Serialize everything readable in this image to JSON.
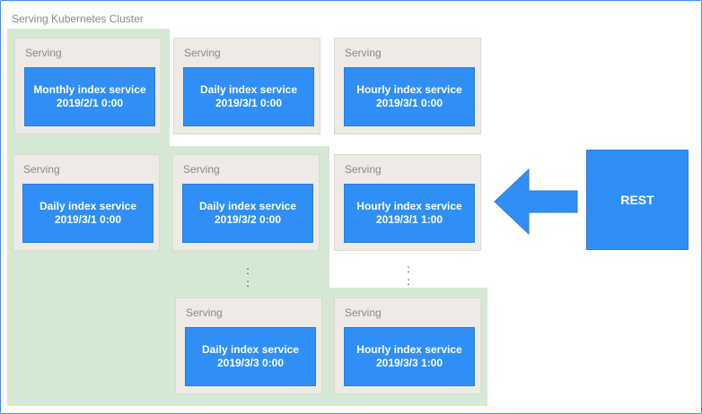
{
  "cluster": {
    "title": "Serving Kubernetes Cluster"
  },
  "pods": [
    {
      "label": "Serving",
      "service": "Monthly index service",
      "date": "2019/2/1 0:00"
    },
    {
      "label": "Serving",
      "service": "Daily index service",
      "date": "2019/3/1 0:00"
    },
    {
      "label": "Serving",
      "service": "Hourly index service",
      "date": "2019/3/1 0:00"
    },
    {
      "label": "Serving",
      "service": "Daily index service",
      "date": "2019/3/1 0:00"
    },
    {
      "label": "Serving",
      "service": "Daily index service",
      "date": "2019/3/2 0:00"
    },
    {
      "label": "Serving",
      "service": "Hourly index service",
      "date": "2019/3/1 1:00"
    },
    {
      "label": "Serving",
      "service": "Daily index service",
      "date": "2019/3/3 0:00"
    },
    {
      "label": "Serving",
      "service": "Hourly index service",
      "date": "2019/3/3 1:00"
    }
  ],
  "ellipsis": [
    ":",
    ":"
  ],
  "rest": {
    "label": "REST"
  },
  "colors": {
    "cluster_fill": "#d5e8d4",
    "pod_fill": "#eeebe7",
    "service_fill": "#2f8ff7",
    "border": "#3d8bfd"
  }
}
